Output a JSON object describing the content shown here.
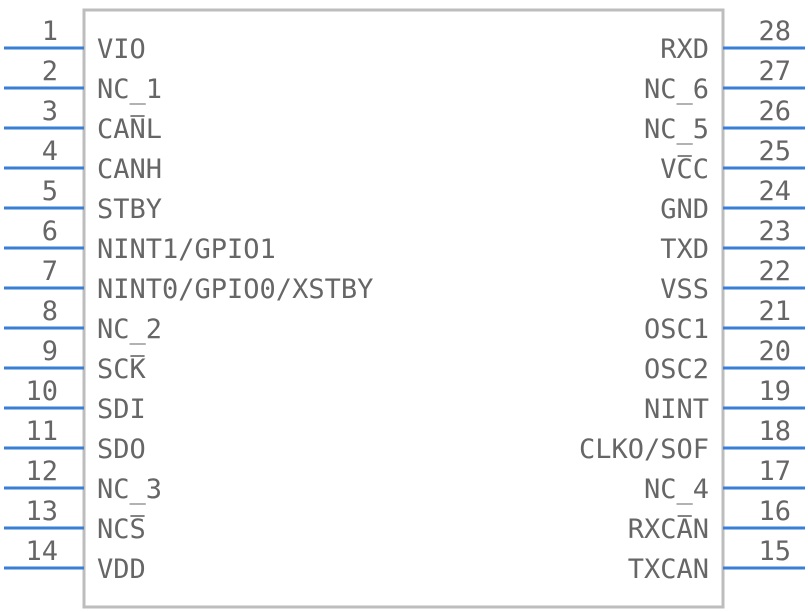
{
  "colors": {
    "pin": "#3a7fd5",
    "body_outline": "#bdbdbd",
    "text": "#666666",
    "background": "#ffffff"
  },
  "left_pins": [
    {
      "number": "1",
      "label": "VIO"
    },
    {
      "number": "2",
      "label": "NC_1"
    },
    {
      "number": "3",
      "label": "CANL"
    },
    {
      "number": "4",
      "label": "CANH"
    },
    {
      "number": "5",
      "label": "STBY"
    },
    {
      "number": "6",
      "label": "NINT1/GPIO1"
    },
    {
      "number": "7",
      "label": "NINT0/GPIO0/XSTBY"
    },
    {
      "number": "8",
      "label": "NC_2"
    },
    {
      "number": "9",
      "label": "SCK"
    },
    {
      "number": "10",
      "label": "SDI"
    },
    {
      "number": "11",
      "label": "SDO"
    },
    {
      "number": "12",
      "label": "NC_3"
    },
    {
      "number": "13",
      "label": "NCS"
    },
    {
      "number": "14",
      "label": "VDD"
    }
  ],
  "right_pins": [
    {
      "number": "28",
      "label": "RXD"
    },
    {
      "number": "27",
      "label": "NC_6"
    },
    {
      "number": "26",
      "label": "NC_5"
    },
    {
      "number": "25",
      "label": "VCC"
    },
    {
      "number": "24",
      "label": "GND"
    },
    {
      "number": "23",
      "label": "TXD"
    },
    {
      "number": "22",
      "label": "VSS"
    },
    {
      "number": "21",
      "label": "OSC1"
    },
    {
      "number": "20",
      "label": "OSC2"
    },
    {
      "number": "19",
      "label": "NINT"
    },
    {
      "number": "18",
      "label": "CLKO/SOF"
    },
    {
      "number": "17",
      "label": "NC_4"
    },
    {
      "number": "16",
      "label": "RXCAN"
    },
    {
      "number": "15",
      "label": "TXCAN"
    }
  ]
}
